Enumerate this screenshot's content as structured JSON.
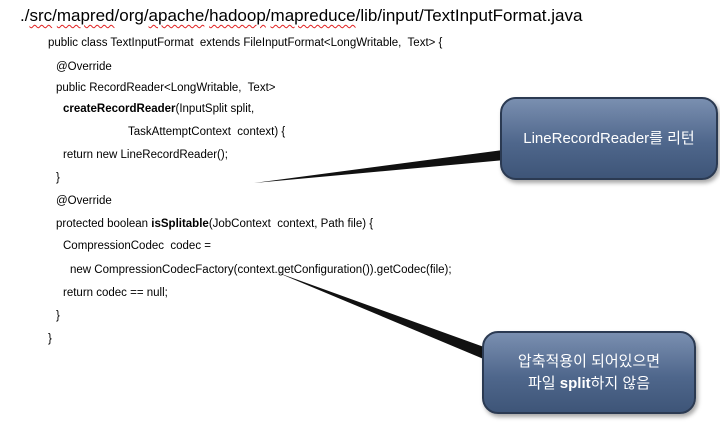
{
  "title_path": {
    "prefix": "./",
    "segments": [
      "src",
      "mapred",
      "org",
      "apache",
      "hadoop",
      "mapreduce",
      "lib",
      "input",
      "TextInputFormat.java"
    ],
    "separator": "/"
  },
  "code_lines": [
    {
      "text": "public class TextInputFormat  extends FileInputFormat<LongWritable,  Text> {"
    },
    {
      "text": "@Override"
    },
    {
      "text": "public RecordReader<LongWritable,  Text>"
    },
    {
      "bold": "createRecordReader",
      "rest": "(InputSplit split,"
    },
    {
      "text": "TaskAttemptContext  context) {"
    },
    {
      "text": "return new LineRecordReader();"
    },
    {
      "text": "}"
    },
    {
      "text": "@Override"
    },
    {
      "pre": "protected boolean ",
      "bold": "isSplitable",
      "rest": "(JobContext  context, Path file) {"
    },
    {
      "text": "CompressionCodec  codec ="
    },
    {
      "text": "new CompressionCodecFactory(context.getConfiguration()).getCodec(file);"
    },
    {
      "text": "return codec == null;"
    },
    {
      "text": "}"
    },
    {
      "text": "}"
    }
  ],
  "callouts": {
    "first": {
      "line1": "LineRecordReader를 리턴"
    },
    "second": {
      "line1": "압축적용이 되어있으면",
      "line2_pre": "파일 ",
      "line2_bold": "split",
      "line2_post": "하지 않음"
    }
  },
  "colors": {
    "callout_top": "#7a8fb0",
    "callout_bottom": "#3e5578",
    "callout_border": "#2b3a52",
    "squiggle": "#e02020"
  }
}
